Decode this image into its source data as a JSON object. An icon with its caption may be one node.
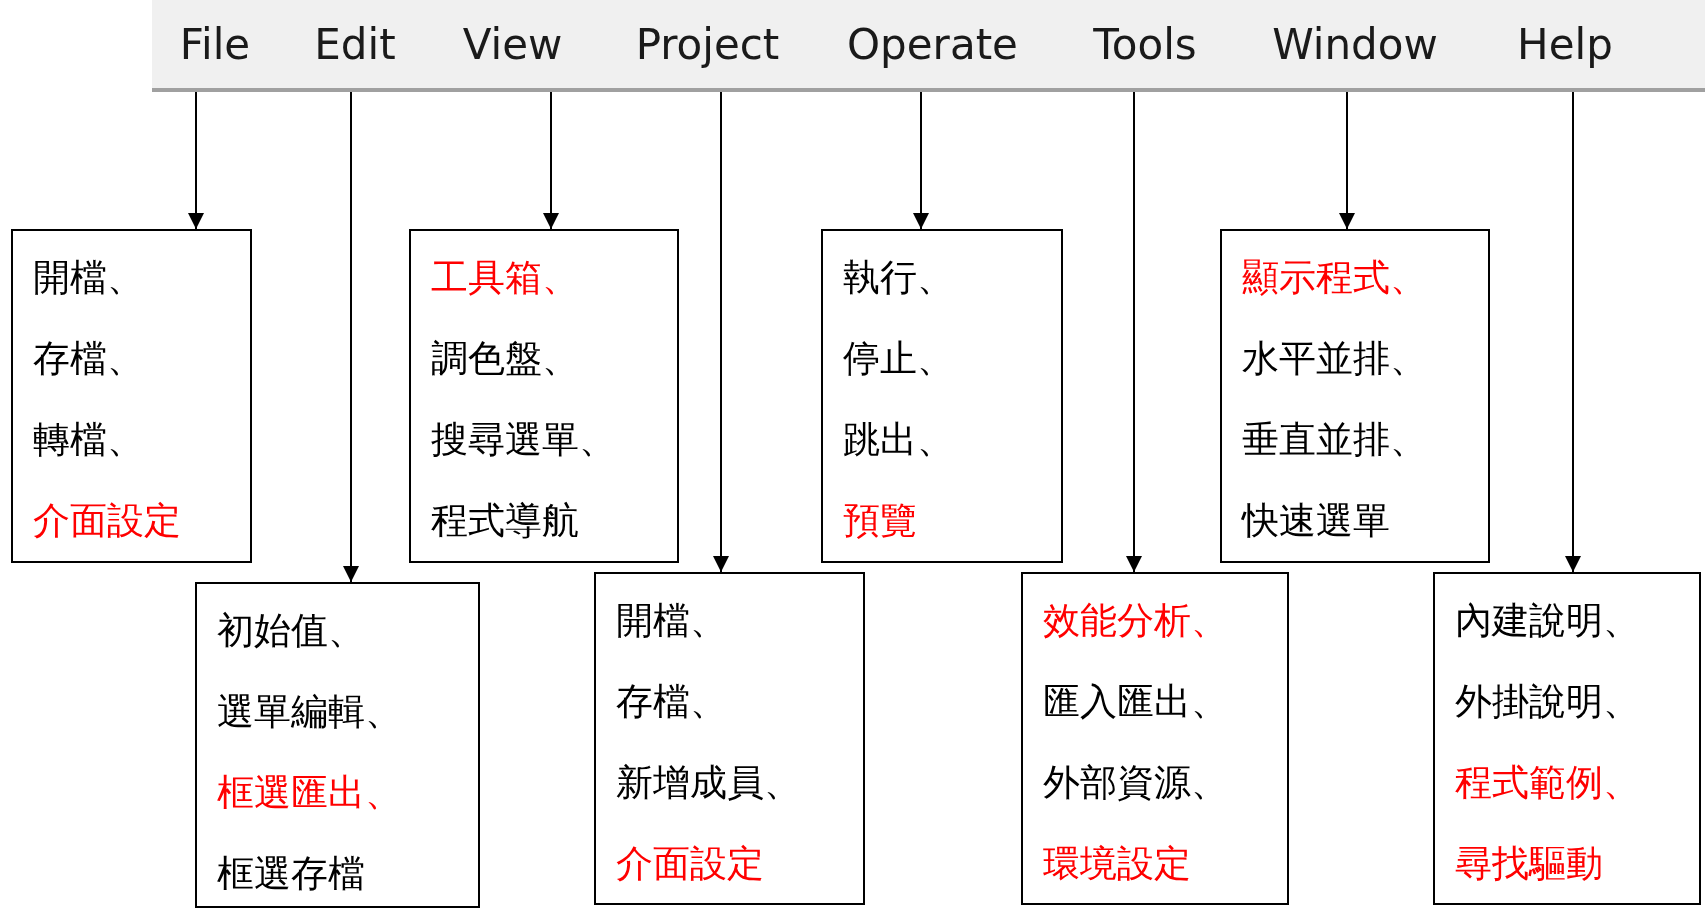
{
  "diagram": {
    "nodes": [
      {
        "text": [],
        "shape": "bar"
      },
      {
        "text": [
          "File"
        ],
        "in": 0
      },
      {
        "text": [
          "Edit"
        ],
        "in": 0
      },
      {
        "text": [
          "View"
        ],
        "in": 0
      },
      {
        "text": [
          "Project"
        ],
        "in": 0
      },
      {
        "text": [
          "Operate"
        ],
        "in": 0
      },
      {
        "text": [
          "Tools"
        ],
        "in": 0
      },
      {
        "text": [
          "Window"
        ],
        "in": 0
      },
      {
        "text": [
          "Help"
        ],
        "in": 0
      },
      {
        "text": [
          "開檔、",
          "存檔、",
          "轉檔、",
          "介面設定"
        ]
      },
      {
        "text": [
          "初始值、",
          "選單編輯、",
          "框選匯出、",
          "框選存檔"
        ]
      },
      {
        "text": [
          "工具箱、",
          "調色盤、",
          "搜尋選單、",
          "程式導航"
        ]
      },
      {
        "text": [
          "開檔、",
          "存檔、",
          "新增成員、",
          "介面設定"
        ]
      },
      {
        "text": [
          "執行、",
          "停止、",
          "跳出、",
          "預覽"
        ]
      },
      {
        "text": [
          "效能分析、",
          "匯入匯出、",
          "外部資源、",
          "環境設定"
        ]
      },
      {
        "text": [
          "顯示程式、",
          "水平並排、",
          "垂直並排、",
          "快速選單"
        ]
      },
      {
        "text": [
          "內建說明、",
          "外掛說明、",
          "程式範例、",
          "尋找驅動"
        ]
      }
    ],
    "edges": [
      {
        "from": 1,
        "to": 9,
        "arrow": "to"
      },
      {
        "from": 2,
        "to": 10,
        "arrow": "to"
      },
      {
        "from": 3,
        "to": 11,
        "arrow": "to"
      },
      {
        "from": 4,
        "to": 12,
        "arrow": "to"
      },
      {
        "from": 5,
        "to": 13,
        "arrow": "to"
      },
      {
        "from": 6,
        "to": 14,
        "arrow": "to"
      },
      {
        "from": 7,
        "to": 15,
        "arrow": "to"
      },
      {
        "from": 8,
        "to": 16,
        "arrow": "to"
      }
    ]
  }
}
